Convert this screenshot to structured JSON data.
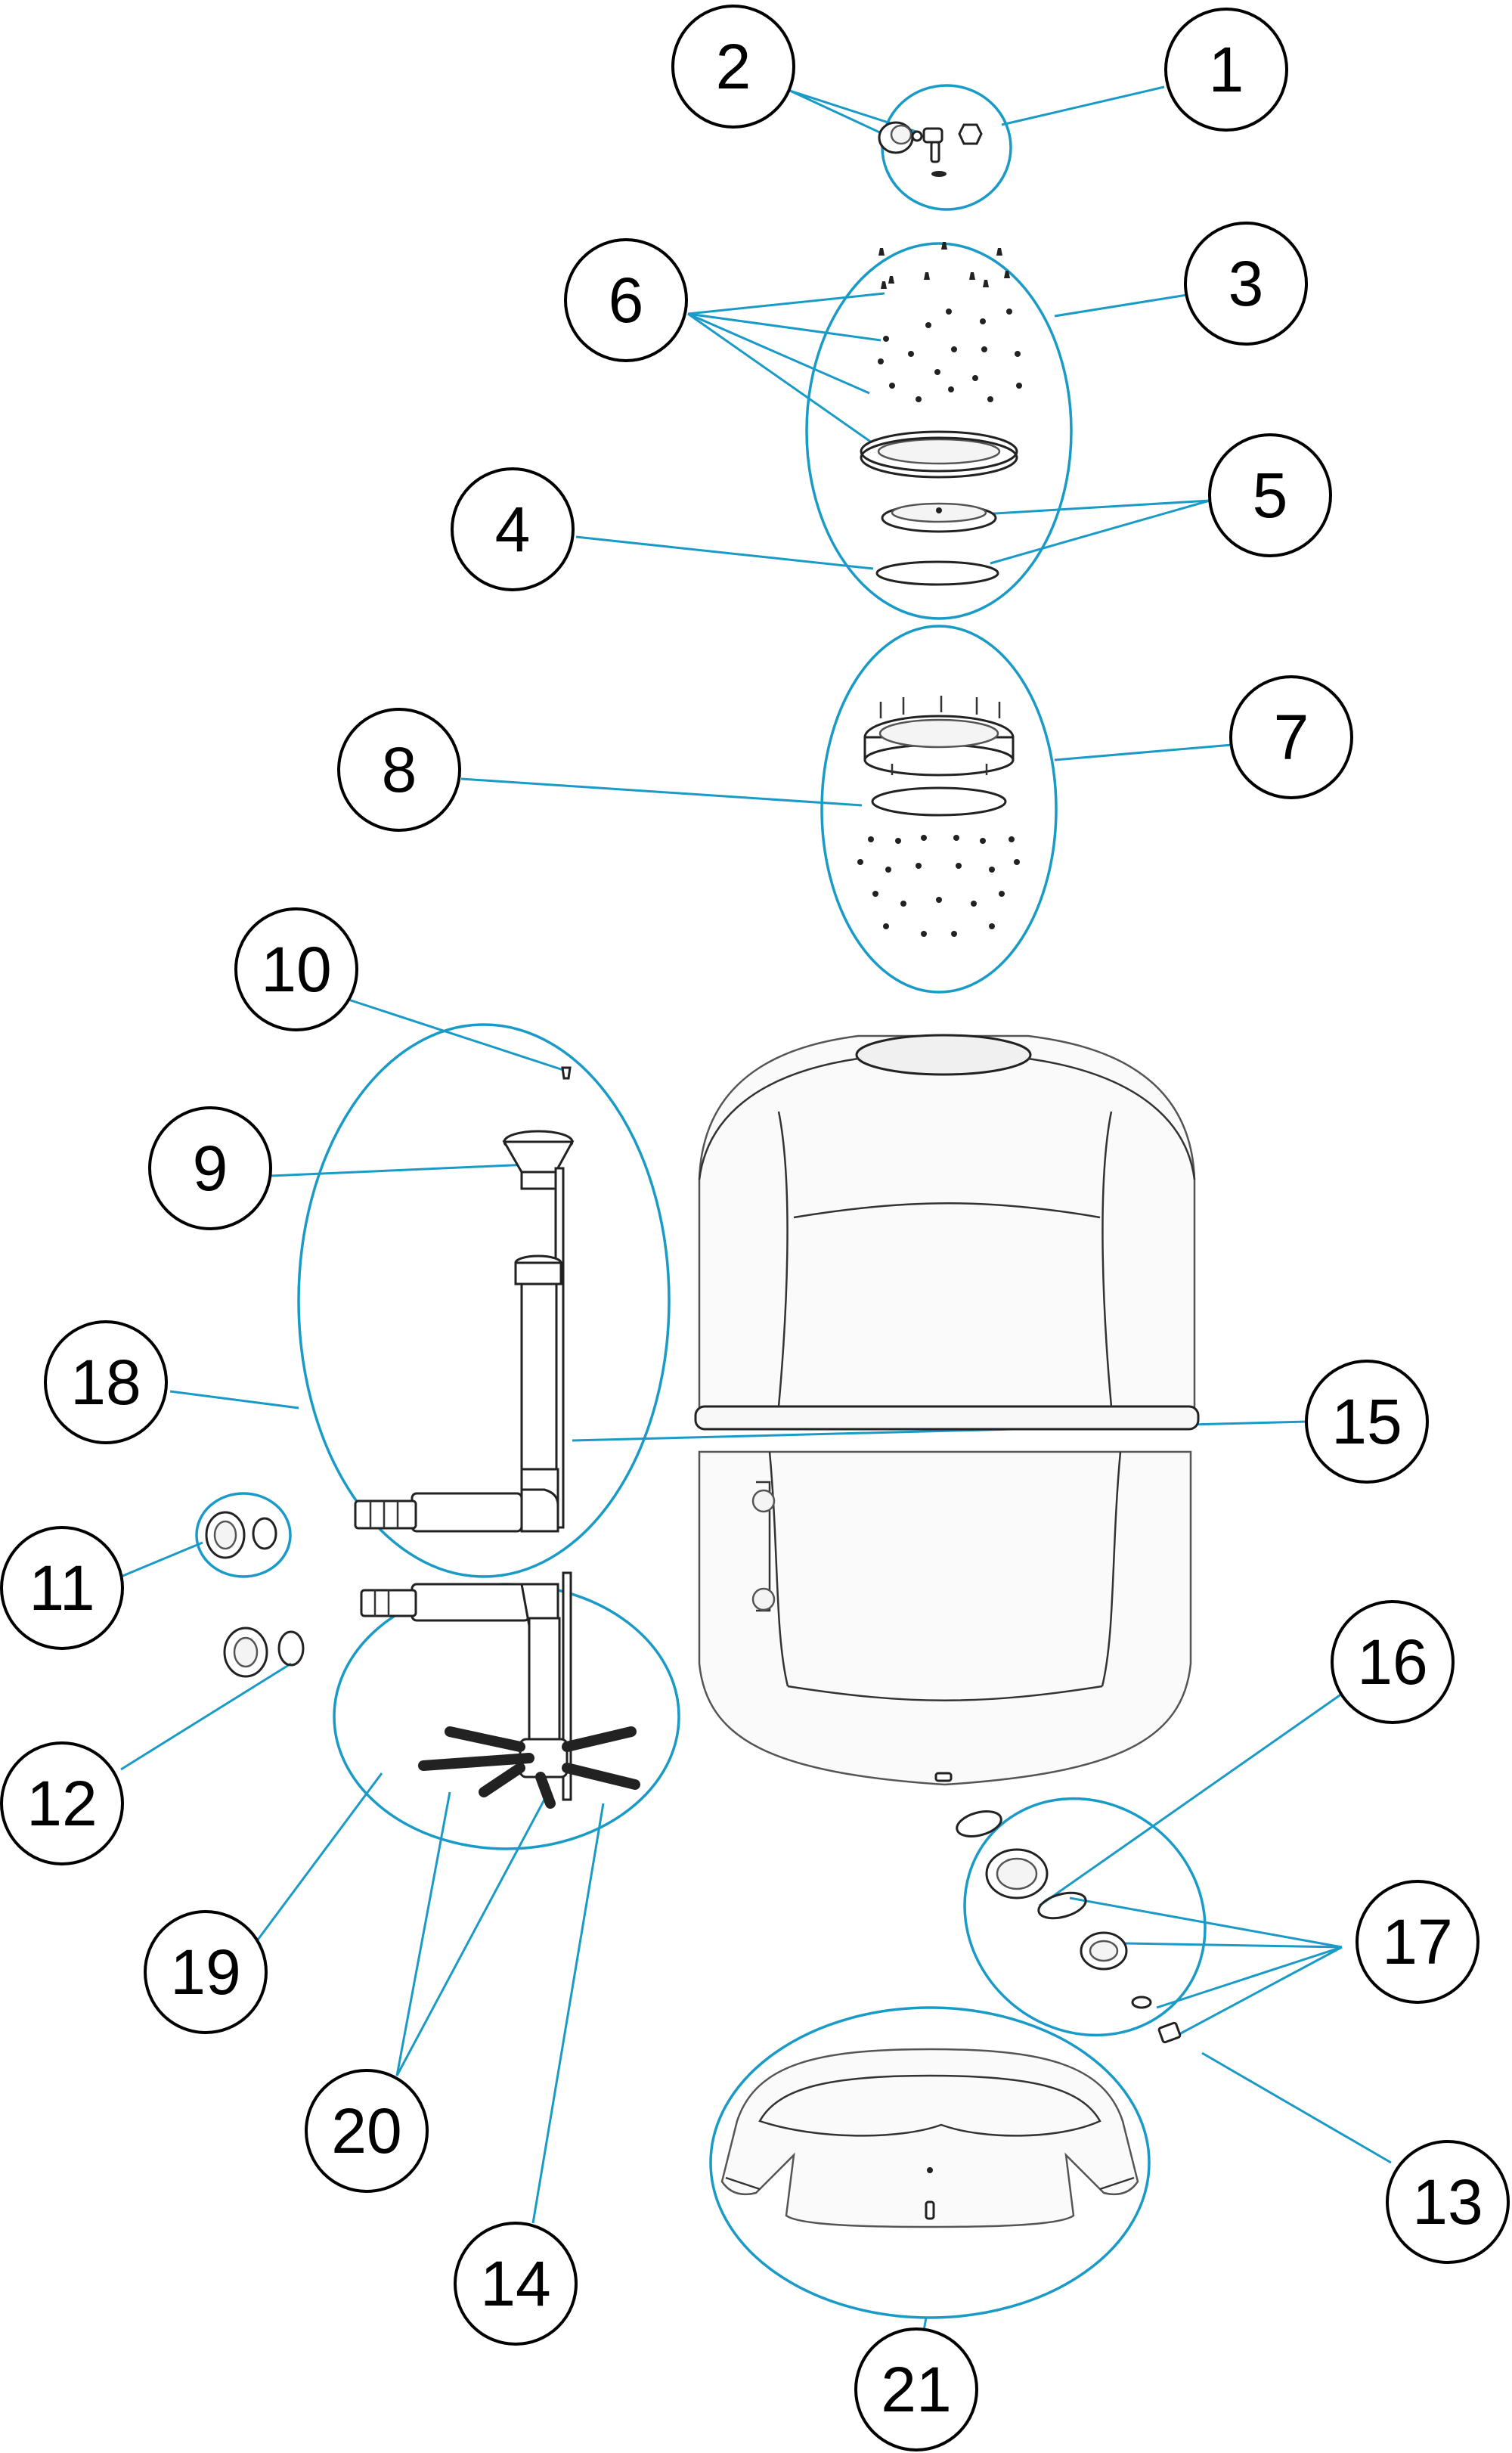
{
  "colors": {
    "leader": "#1a9bc7",
    "outline": "#222222",
    "callout_border": "#000000"
  },
  "callouts": [
    {
      "id": "1",
      "label": "1"
    },
    {
      "id": "2",
      "label": "2"
    },
    {
      "id": "3",
      "label": "3"
    },
    {
      "id": "4",
      "label": "4"
    },
    {
      "id": "5",
      "label": "5"
    },
    {
      "id": "6",
      "label": "6"
    },
    {
      "id": "7",
      "label": "7"
    },
    {
      "id": "8",
      "label": "8"
    },
    {
      "id": "9",
      "label": "9"
    },
    {
      "id": "10",
      "label": "10"
    },
    {
      "id": "11",
      "label": "11"
    },
    {
      "id": "12",
      "label": "12"
    },
    {
      "id": "13",
      "label": "13"
    },
    {
      "id": "14",
      "label": "14"
    },
    {
      "id": "15",
      "label": "15"
    },
    {
      "id": "16",
      "label": "16"
    },
    {
      "id": "17",
      "label": "17"
    },
    {
      "id": "18",
      "label": "18"
    },
    {
      "id": "19",
      "label": "19"
    },
    {
      "id": "20",
      "label": "20"
    },
    {
      "id": "21",
      "label": "21"
    }
  ]
}
